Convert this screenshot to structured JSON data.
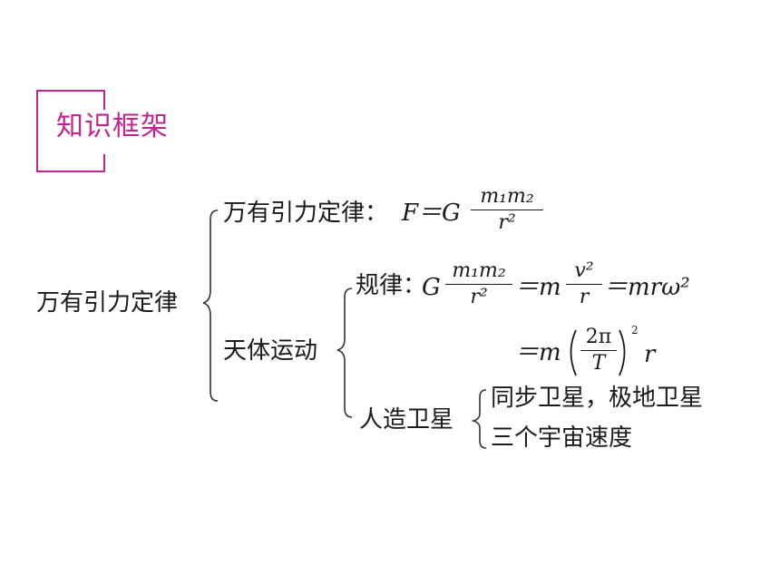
{
  "header": {
    "title": "知识框架"
  },
  "tree": {
    "root": "万有引力定律",
    "branch_law": {
      "label": "万有引力定律：",
      "formula_prefix": "F＝G",
      "frac_num": "m₁m₂",
      "frac_den": "r²"
    },
    "branch_celestial": {
      "label": "天体运动",
      "rule": {
        "label": "规律：",
        "g": "G",
        "frac1_num": "m₁m₂",
        "frac1_den": "r²",
        "eq1": "＝m",
        "frac2_num": "v²",
        "frac2_den": "r",
        "eq2": "＝mrω²",
        "eq3_prefix": "＝m",
        "frac3_num": "2π",
        "frac3_den": "T",
        "eq3_suffix": "r",
        "eq3_power": "2"
      },
      "satellite": {
        "label": "人造卫星",
        "items": [
          "同步卫星，极地卫星",
          "三个宇宙速度"
        ]
      }
    }
  }
}
